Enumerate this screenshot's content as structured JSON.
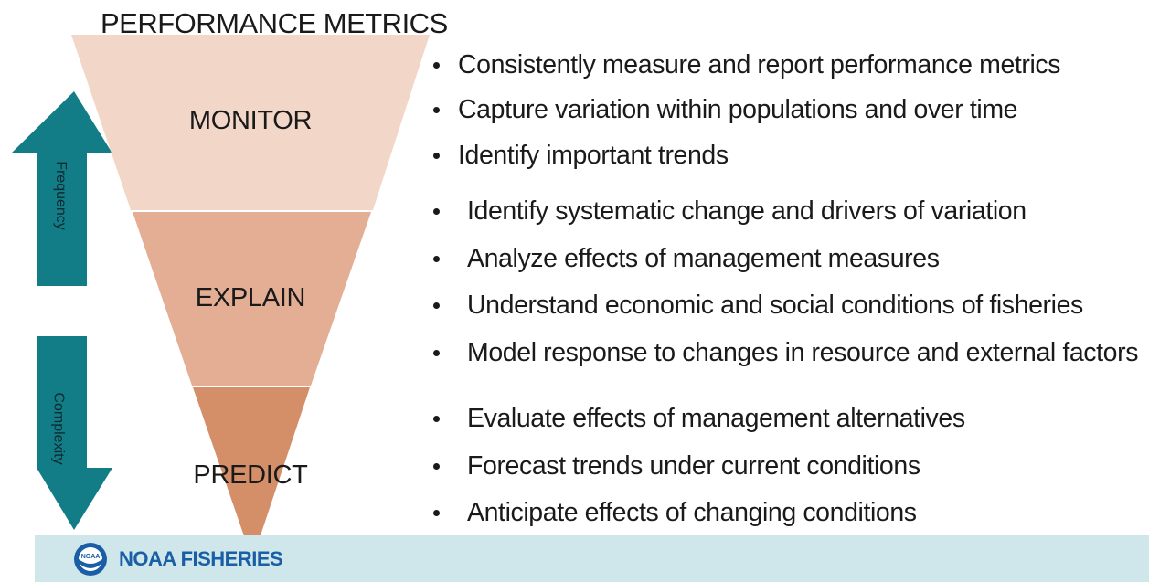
{
  "title": "PERFORMANCE METRICS",
  "layers": [
    {
      "label": "MONITOR",
      "color": "#f2d7c8"
    },
    {
      "label": "EXPLAIN",
      "color": "#e3ae93"
    },
    {
      "label": "PREDICT",
      "color": "#d48e68"
    }
  ],
  "arrows": {
    "up_label": "Frequency",
    "down_label": "Complexity",
    "color": "#127d87"
  },
  "bullets": [
    "Consistently measure and report performance metrics",
    "Capture variation within populations and over time",
    "Identify important trends",
    "Identify systematic change and drivers of variation",
    "Analyze effects of management measures",
    "Understand economic and social conditions of fisheries",
    "Model response to changes in resource and external factors",
    "Evaluate effects of management alternatives",
    "Forecast trends under current conditions",
    "Anticipate effects of changing conditions"
  ],
  "footer": {
    "logo_text": "NOAA FISHERIES",
    "logo_emblem_text": "NOAA",
    "bar_color": "#cfe6ea"
  }
}
